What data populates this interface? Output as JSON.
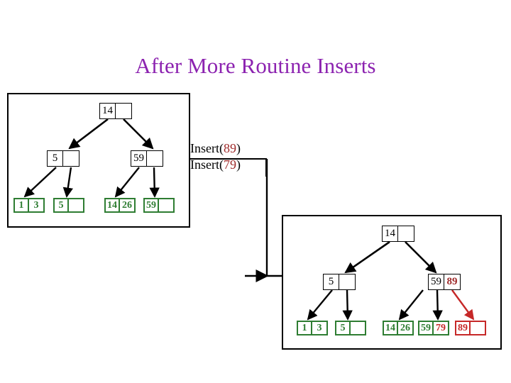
{
  "slide": {
    "title": "After More Routine Inserts"
  },
  "operations": {
    "line1_prefix": "Insert(",
    "line1_value": "89",
    "line1_suffix": ")",
    "line2_prefix": "Insert(",
    "line2_value": "79",
    "line2_suffix": ")"
  },
  "colors": {
    "title": "#8c23b0",
    "leaf_green": "#2e7d32",
    "highlight_red": "#c62828",
    "dark_red": "#9e2a2a",
    "node_black": "#000000"
  },
  "tree_before": {
    "caption": "",
    "root": {
      "cells": [
        "14",
        ""
      ]
    },
    "internal_left": {
      "cells": [
        "5",
        ""
      ]
    },
    "internal_right": {
      "cells": [
        "59",
        ""
      ]
    },
    "leaves": [
      {
        "cells": [
          "1",
          "3"
        ],
        "highlight": [
          false,
          false
        ]
      },
      {
        "cells": [
          "5",
          ""
        ],
        "highlight": [
          false,
          false
        ]
      },
      {
        "cells": [
          "14",
          "26"
        ],
        "highlight": [
          false,
          false
        ]
      },
      {
        "cells": [
          "59",
          ""
        ],
        "highlight": [
          false,
          false
        ]
      }
    ]
  },
  "tree_after": {
    "caption": "",
    "root": {
      "cells": [
        "14",
        ""
      ]
    },
    "internal_left": {
      "cells": [
        "5",
        ""
      ]
    },
    "internal_right": {
      "cells": [
        "59",
        "89"
      ],
      "highlight": [
        false,
        true
      ]
    },
    "leaves": [
      {
        "cells": [
          "1",
          "3"
        ],
        "highlight": [
          false,
          false
        ],
        "red_border": false
      },
      {
        "cells": [
          "5",
          ""
        ],
        "highlight": [
          false,
          false
        ],
        "red_border": false
      },
      {
        "cells": [
          "14",
          "26"
        ],
        "highlight": [
          false,
          false
        ],
        "red_border": false
      },
      {
        "cells": [
          "59",
          "79"
        ],
        "highlight": [
          false,
          true
        ],
        "red_border": false
      },
      {
        "cells": [
          "89",
          ""
        ],
        "highlight": [
          true,
          true
        ],
        "red_border": true
      }
    ]
  }
}
